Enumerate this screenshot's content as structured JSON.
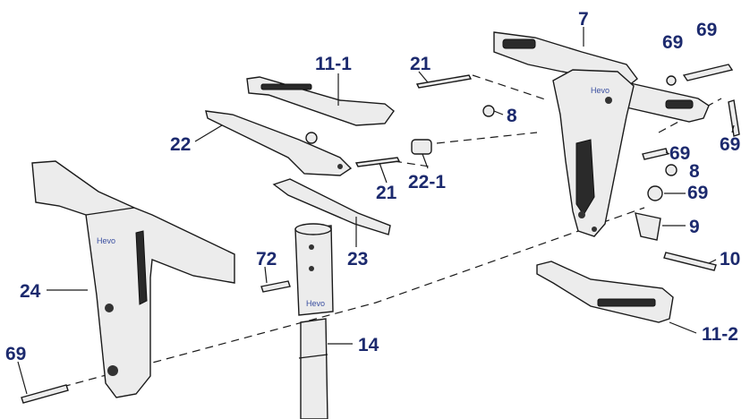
{
  "labels": {
    "p7": "7",
    "p69a": "69",
    "p69b": "69",
    "p69c": "69",
    "p69d": "69",
    "p69e": "69",
    "p69f": "69",
    "p11_1": "11-1",
    "p21a": "21",
    "p21b": "21",
    "p8a": "8",
    "p8b": "8",
    "p22": "22",
    "p22_1": "22-1",
    "p9": "9",
    "p10": "10",
    "p11_2": "11-2",
    "p24": "24",
    "p72": "72",
    "p23": "23",
    "p14": "14"
  },
  "brand": {
    "logo_text": "Hevo"
  },
  "colors": {
    "label": "#1c2a6e",
    "line": "#1a1a1a"
  }
}
